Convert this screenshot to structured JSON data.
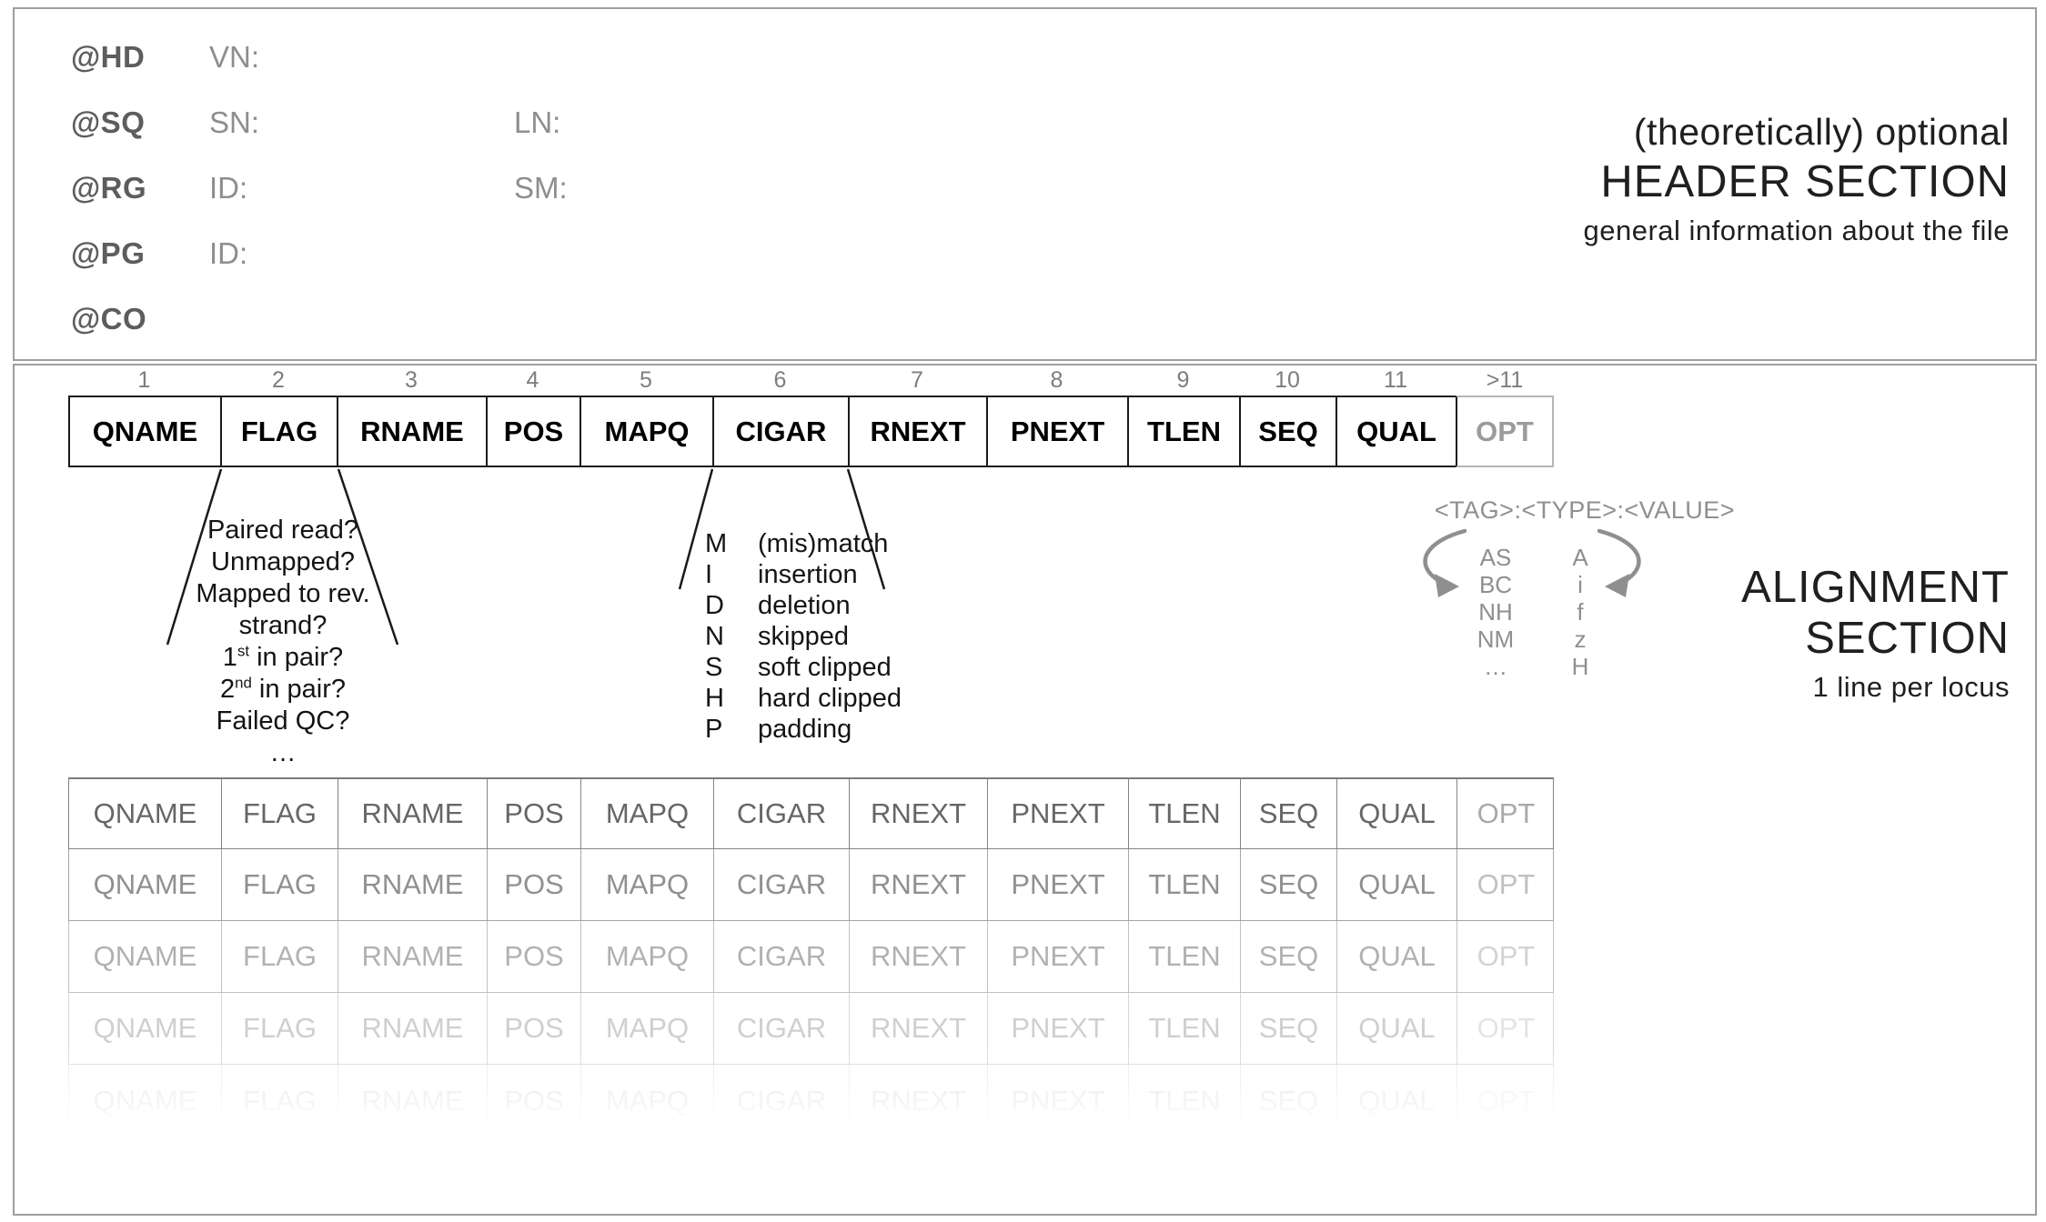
{
  "header_section": {
    "rows": [
      {
        "tag": "@HD",
        "fields": [
          "VN:"
        ]
      },
      {
        "tag": "@SQ",
        "fields": [
          "SN:",
          "LN:"
        ]
      },
      {
        "tag": "@RG",
        "fields": [
          "ID:",
          "SM:"
        ]
      },
      {
        "tag": "@PG",
        "fields": [
          "ID:"
        ]
      },
      {
        "tag": "@CO",
        "fields": []
      }
    ],
    "title_line1": "(theoretically) optional",
    "title_line2": "HEADER SECTION",
    "subtitle": "general information about the file"
  },
  "alignment_section": {
    "title_line1": "ALIGNMENT",
    "title_line2": "SECTION",
    "subtitle": "1 line per locus",
    "column_numbers": [
      "1",
      "2",
      "3",
      "4",
      "5",
      "6",
      "7",
      "8",
      "9",
      "10",
      "11",
      ">11"
    ],
    "columns": [
      "QNAME",
      "FLAG",
      "RNAME",
      "POS",
      "MAPQ",
      "CIGAR",
      "RNEXT",
      "PNEXT",
      "TLEN",
      "SEQ",
      "QUAL",
      "OPT"
    ],
    "flag_annotation": [
      "Paired read?",
      "Unmapped?",
      "Mapped to rev.",
      "strand?",
      "1^st^ in pair?",
      "2^nd^ in pair?",
      "Failed QC?",
      "…"
    ],
    "cigar_annotation": [
      {
        "code": "M",
        "meaning": "(mis)match"
      },
      {
        "code": "I",
        "meaning": "insertion"
      },
      {
        "code": "D",
        "meaning": "deletion"
      },
      {
        "code": "N",
        "meaning": "skipped"
      },
      {
        "code": "S",
        "meaning": "soft clipped"
      },
      {
        "code": "H",
        "meaning": "hard clipped"
      },
      {
        "code": "P",
        "meaning": "padding"
      }
    ],
    "opt_annotation": {
      "format": "<TAG>:<TYPE>:<VALUE>",
      "tags": [
        "AS",
        "BC",
        "NH",
        "NM",
        "…"
      ],
      "types": [
        "A",
        "i",
        "f",
        "z",
        "H"
      ]
    },
    "body_row_count": 5
  },
  "colors": {
    "frame_border": "#9e9e9e",
    "table_border_dark": "#1a1a1a",
    "opt_border_light": "#b5b5b5",
    "header_tag_text": "#5d5d5d",
    "header_field_text": "#8e8e8e",
    "column_number_text": "#7d7d7d",
    "opt_text": "#9b9b9b",
    "annotation_gray": "#8f8f8f",
    "body_row_text": "#666666",
    "title_text": "#1f1f1f"
  }
}
